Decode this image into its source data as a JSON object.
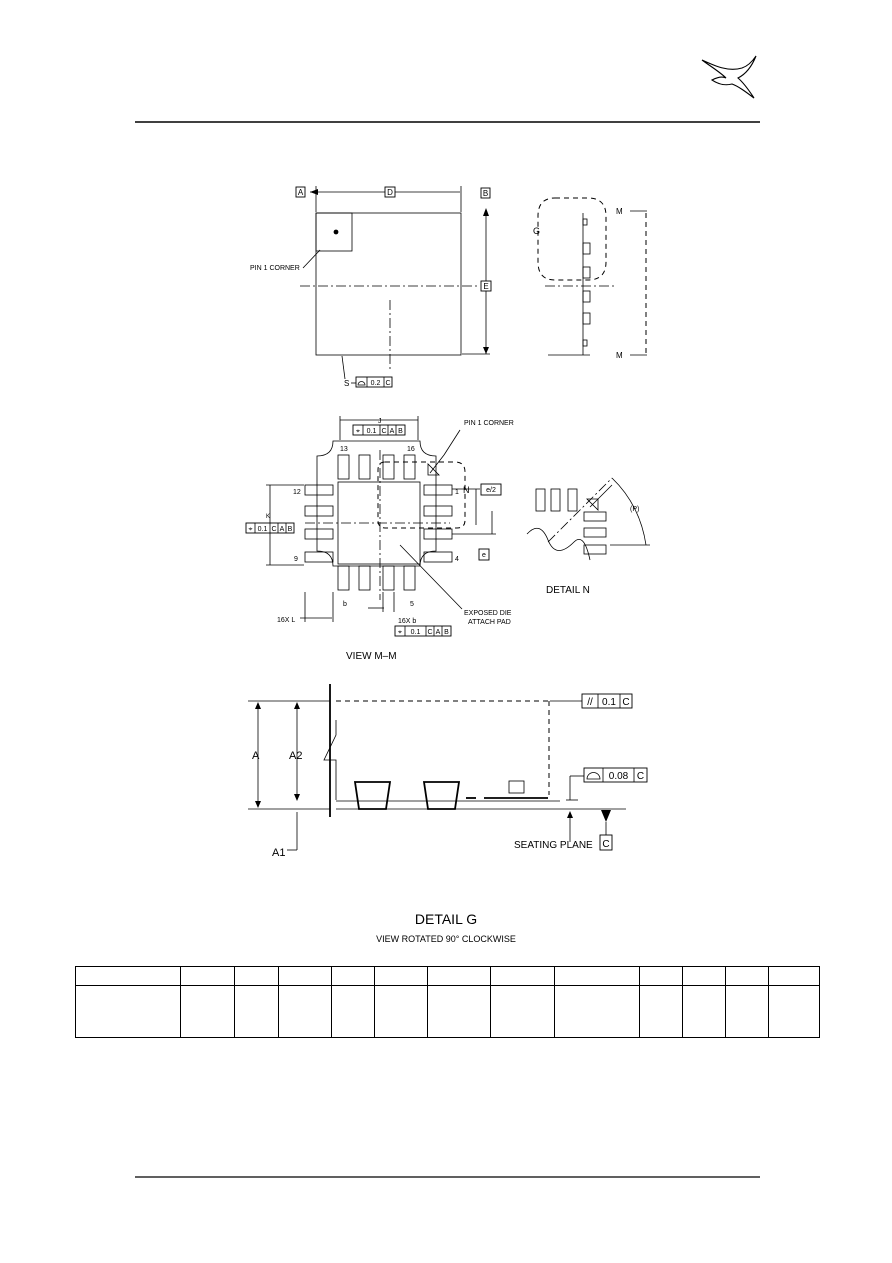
{
  "colors": {
    "ink": "#000000",
    "paper": "#ffffff"
  },
  "header": {
    "logo_icon": "bird-logo-icon"
  },
  "top_view": {
    "datum_a": "A",
    "dim_d": "D",
    "datum_b": "B",
    "dim_e": "E",
    "pin1_label": "PIN 1 CORNER",
    "flatness_prefix": "S",
    "flatness_value": "0.2",
    "flatness_datum": "C"
  },
  "side_view": {
    "detail_marker": "G",
    "section_top": "M",
    "section_bottom": "M"
  },
  "bottom_view": {
    "dim_j": "J",
    "pos_tol_j": {
      "symbol": "⌖",
      "value": "0.1",
      "datums": [
        "C",
        "A",
        "B"
      ]
    },
    "pin1_label": "PIN 1 CORNER",
    "pin_numbers": {
      "p13": "13",
      "p16": "16",
      "p12": "12",
      "p1": "1",
      "p9": "9",
      "p4": "4",
      "p5": "5"
    },
    "detail_marker": "N",
    "dim_e2": "e/2",
    "dim_k": "K",
    "pos_tol_k": {
      "symbol": "⌖",
      "value": "0.1",
      "datums": [
        "C",
        "A",
        "B"
      ]
    },
    "dim_e": "e",
    "dim_b": "b",
    "count_l": "16X L",
    "count_b": "16X b",
    "pos_tol_b": {
      "symbol": "⌖",
      "value": "0.1",
      "datums": [
        "C",
        "A",
        "B"
      ]
    },
    "exposed_pad_label_1": "EXPOSED DIE",
    "exposed_pad_label_2": "ATTACH PAD",
    "view_label": "VIEW M–M"
  },
  "detail_n": {
    "dim_p": "(P)",
    "label": "DETAIL N"
  },
  "detail_g": {
    "dim_a": "A",
    "dim_a2": "A2",
    "dim_a1": "A1",
    "parallelism": {
      "symbol": "//",
      "value": "0.1",
      "datum": "C"
    },
    "flatness": {
      "symbol": "⌓",
      "value": "0.08",
      "datum": "C"
    },
    "seating_plane": "SEATING PLANE",
    "seating_datum": "C",
    "title": "DETAIL G",
    "subtitle": "VIEW ROTATED 90° CLOCKWISE"
  }
}
